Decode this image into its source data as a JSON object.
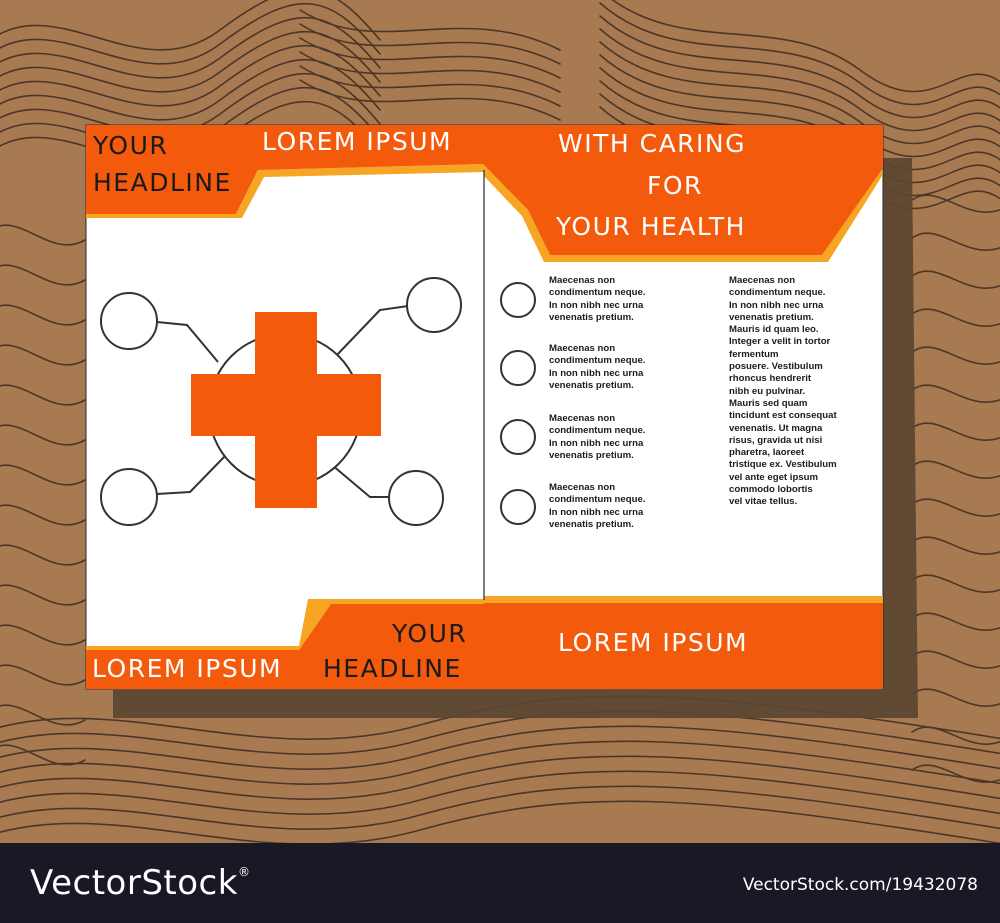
{
  "colors": {
    "wood": "#a87a52",
    "wood_lines": "#3c2b20",
    "shadow": "#5b4532",
    "accent_orange": "#f35a0c",
    "accent_yellow": "#f6a623",
    "paper": "#ffffff",
    "footer_bg": "#191926"
  },
  "left_panel": {
    "top_headline": [
      "YOUR",
      "HEADLINE"
    ],
    "top_banner": "LOREM IPSUM",
    "bottom_headline": [
      "YOUR",
      "HEADLINE"
    ],
    "bottom_banner": "LOREM IPSUM",
    "icon": "medical-cross-icon"
  },
  "right_panel": {
    "title": [
      "WITH CARING",
      "FOR",
      "YOUR HEALTH"
    ],
    "list_items": [
      "Maecenas non\ncondimentum neque.\nIn non nibh nec urna\nvenenatis pretium.",
      "Maecenas non\ncondimentum neque.\nIn non nibh nec urna\nvenenatis pretium.",
      "Maecenas non\ncondimentum neque.\nIn non nibh nec urna\nvenenatis pretium.",
      "Maecenas non\ncondimentum neque.\nIn non nibh nec urna\nvenenatis pretium."
    ],
    "paragraph": "Maecenas non\ncondimentum neque.\nIn non nibh nec urna\nvenenatis pretium.\nMauris id quam leo.\nInteger a velit in tortor\nfermentum\nposuere. Vestibulum\nrhoncus hendrerit\nnibh eu pulvinar.\nMauris sed quam\ntincidunt est consequat\nvenenatis. Ut magna\nrisus, gravida ut nisi\npharetra, laoreet\ntristique ex. Vestibulum\nvel ante eget ipsum\ncommodo lobortis\nvel vitae tellus.",
    "footer_banner": "LOREM IPSUM"
  },
  "watermark": {
    "logo": "VectorStock",
    "url": "VectorStock.com/19432078"
  }
}
